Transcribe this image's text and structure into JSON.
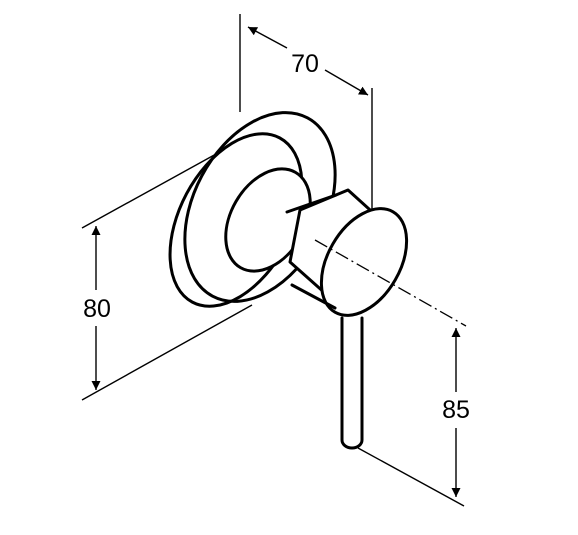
{
  "dimensions": {
    "width_label": "70",
    "height_label": "80",
    "lever_label": "85"
  }
}
